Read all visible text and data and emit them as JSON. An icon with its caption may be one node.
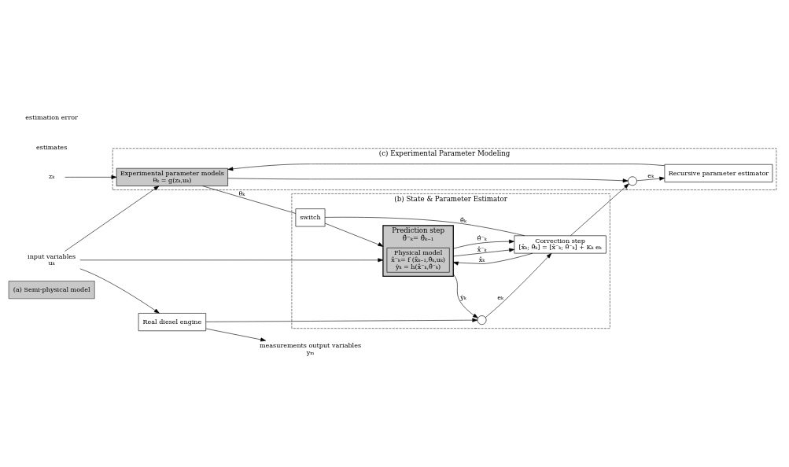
{
  "diagram": {
    "nodes": [
      {
        "text": [
          "(a) Semi-physical model"
        ]
      },
      {
        "text": [
          "(c) Experimental Parameter Modeling"
        ]
      },
      {
        "text": [
          "(b) State & Parameter Estimator"
        ]
      },
      {
        "text": [
          "input variables",
          "uₖ"
        ]
      },
      {
        "text": [
          "Real diesel engine"
        ]
      },
      {
        "text": [
          "measurements output variables",
          "yₘ"
        ]
      },
      {
        "text": [
          "zₖ"
        ]
      },
      {
        "text": [
          "Experimental parameter models",
          "θₖ = g(zₖ,uₖ)"
        ],
        "in": 1
      },
      {
        "text": [
          "Recursive parameter estimator"
        ],
        "in": 1
      },
      {
        "text": [],
        "shape": "circle",
        "in": 1,
        "beside": [
          "–"
        ]
      },
      {
        "text": [
          "switch"
        ],
        "in": 2
      },
      {
        "text": [
          "Prediction step",
          "θ̂⁻ₖ= θ̂ₖ₋₁"
        ],
        "in": 2
      },
      {
        "text": [
          "Physical model",
          "x̂⁻ₖ= f (x̂ₖ₋₁,θ̂ₖ,uₖ)",
          "ŷₖ = h(x̂⁻ₖ,θ̂⁻ₖ)"
        ],
        "in": 11
      },
      {
        "text": [
          "Correction step",
          "[x̂ₖ; θ̂ₖ] = [x̂⁻ₖ; θ̂⁻ₖ] + Kₖ eₖ"
        ],
        "in": 2
      },
      {
        "text": [],
        "shape": "circle",
        "in": 2,
        "beside": [
          "–"
        ]
      }
    ],
    "edges": [
      {
        "from": 3,
        "to": 4,
        "arrow": "to"
      },
      {
        "from": 3,
        "to": 7,
        "arrow": "to"
      },
      {
        "from": 3,
        "to": 11,
        "arrow": "to"
      },
      {
        "from": 4,
        "to": 5,
        "arrow": "to"
      },
      {
        "from": 4,
        "to": 14,
        "arrow": "to"
      },
      {
        "from": 6,
        "to": 7,
        "arrow": "to"
      },
      {
        "from": 7,
        "to": 10,
        "arrow": "none",
        "label": "θₖ"
      },
      {
        "from": 7,
        "to": 9,
        "arrow": "to"
      },
      {
        "from": 8,
        "to": 7,
        "arrow": "to"
      },
      {
        "from": 10,
        "to": 11,
        "arrow": "to"
      },
      {
        "from": 11,
        "to": 14,
        "arrow": "to",
        "label": "ŷₖ"
      },
      {
        "from": 11,
        "to": 13,
        "arrow": "to",
        "label": "x̂⁻ₖ"
      },
      {
        "from": 11,
        "to": 13,
        "arrow": "to",
        "label": "θ̂⁻ₖ"
      },
      {
        "from": 14,
        "to": 13,
        "arrow": "to",
        "label": "eₖ"
      },
      {
        "from": 13,
        "to": 11,
        "arrow": "to",
        "label": "x̂ₖ"
      },
      {
        "from": 13,
        "to": 10,
        "arrow": "none",
        "label": "θ̂ₖ"
      },
      {
        "from": 13,
        "to": 9,
        "arrow": "to"
      },
      {
        "from": 9,
        "to": 8,
        "arrow": "to",
        "label": "eₖ"
      }
    ],
    "labels": [
      "estimates",
      "estimation error"
    ]
  }
}
